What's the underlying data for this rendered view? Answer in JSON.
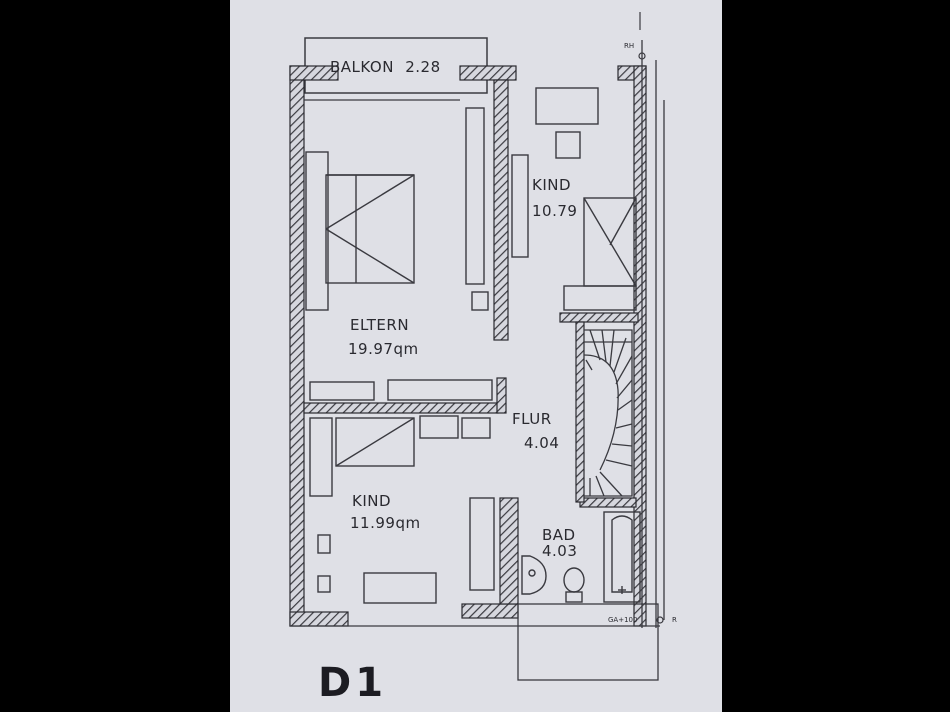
{
  "plan_id": "D1",
  "rooms": {
    "balkon": {
      "name": "BALKON",
      "area": "2.28"
    },
    "kind_top": {
      "name": "KIND",
      "area": "10.79"
    },
    "eltern": {
      "name": "ELTERN",
      "area": "19.97qm"
    },
    "flur": {
      "name": "FLUR",
      "area": "4.04"
    },
    "kind_bottom": {
      "name": "KIND",
      "area": "11.99qm"
    },
    "bad": {
      "name": "BAD",
      "area": "4.03"
    }
  },
  "annotations": {
    "top_right": "RH",
    "bottom_right": "GA+100",
    "bottom_right_r": "R"
  },
  "colors": {
    "paper": "#dfe0e6",
    "ink": "#2a2a30",
    "background": "#000000"
  }
}
